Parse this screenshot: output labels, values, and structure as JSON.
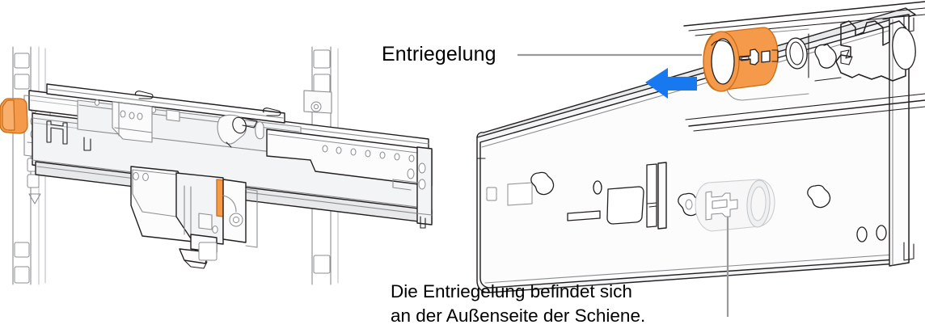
{
  "figure": {
    "type": "technical-illustration",
    "subject": "rack-rail-release-latch",
    "background_color": "#FFFFFF",
    "labels": {
      "callout_label": "Entriegelung",
      "caption_line_1": "Die Entriegelung befindet sich",
      "caption_line_2": "an der Außenseite der Schiene."
    },
    "colors": {
      "outline": "#231F20",
      "outline_light": "#7E8083",
      "metal_fill": "#FBFBFC",
      "metal_fill_shade": "#F1F2F3",
      "metal_fill_dark": "#E4E5E7",
      "highlight_orange": "#F59A4B",
      "highlight_orange_dark": "#E07B22",
      "arrow_blue": "#1878F0",
      "leader_gray": "#9A9A9A",
      "text": "#000000"
    },
    "annotations": [
      {
        "name": "release-latch-callout",
        "label": "Entriegelung",
        "leader": "horizontal-line-to-detail-inset",
        "points_to": "orange-release-latch-in-detail-inset"
      },
      {
        "name": "latch-location-caption",
        "label": "Die Entriegelung befindet sich an der Außenseite der Schiene.",
        "leader": "vertical-line-to-rail-latch",
        "points_to": "release-latch-on-outer-rail-face"
      }
    ],
    "parts": [
      {
        "name": "rack-post-left",
        "description": "vertical rack post with square mounting holes"
      },
      {
        "name": "rack-post-right",
        "description": "second vertical rack post with square mounting holes"
      },
      {
        "name": "telescoping-rail-assembly",
        "description": "extended multi-section slide rail mounted between rack posts"
      },
      {
        "name": "orange-rail-end-tab",
        "description": "orange release tab at left rail end",
        "color": "#F59A4B"
      },
      {
        "name": "orange-bracket-strip",
        "description": "orange vertical strip inside mid-rail bracket",
        "color": "#F59A4B"
      },
      {
        "name": "detached-rail-section",
        "description": "separate rail section in foreground right with keyhole and slot cutouts"
      },
      {
        "name": "release-latch-on-rail",
        "description": "ghosted cylindrical release latch on outer face of rail"
      },
      {
        "name": "detail-inset",
        "description": "magnified view of rail interior, top right"
      },
      {
        "name": "orange-release-latch",
        "description": "orange cylindrical release latch in detail inset",
        "color": "#F59A4B"
      },
      {
        "name": "blue-direction-arrow",
        "description": "blue arrow pointing left indicating push direction",
        "color": "#1878F0"
      }
    ]
  }
}
